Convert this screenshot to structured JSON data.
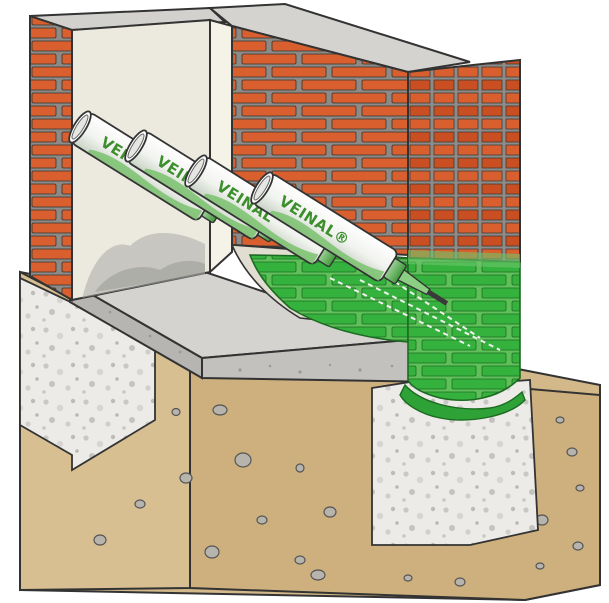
{
  "cartridges": [
    {
      "brand": "VEINAL"
    },
    {
      "brand": "VEINAL"
    },
    {
      "brand": "VEINAL"
    },
    {
      "brand": "VEINAL®"
    }
  ],
  "colors": {
    "brick": "#d9602e",
    "mortar": "#8e8a86",
    "injected_zone": "#35b23d",
    "plaster": "#ece9df",
    "slab_top": "#d5d3d0",
    "soil": "#d3b98a",
    "gravel": "#ecebe7",
    "outline": "#333333"
  },
  "icons": [
    "cartridge-icon",
    "nozzle-icon",
    "droplet-icon"
  ]
}
